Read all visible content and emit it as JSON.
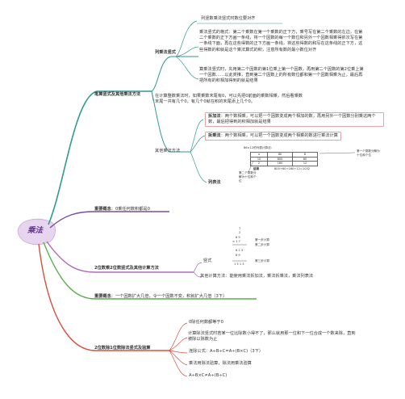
{
  "root": {
    "label": "乘法"
  },
  "branches": {
    "b1": {
      "label": "笔算竖式及其他乘法方法",
      "vertical": {
        "label": "列乘法竖式",
        "items": [
          "列竖数乘法竖式时数位要对齐",
          "乘法竖式的格式：第二个乘数在第一个乘数的正下方，乘号写在第二个乘数的左边，在第二个乘数的正下方画一条线，将一个因数的每一个数位和另外一个因数相乘得依次写在第一条线下面，再在这些得数的正下方画一条线，将这些得数的和写在这条线的正下方，这些得数的和就是这个乘法算式的积，注意所有数的最小数位对齐",
          "算乘法竖式时，先用第二个因数的第1位乘上第一个因数，再用第二个因数的第2位乘上第一个因数……以此类推，直到第二个因数上的所有数位都和第一个因数相乘为止，最后再把所有的积相加得到的就是结果"
        ]
      },
      "zeros": "在计算整数乘法时，如果乘数末尾有0，可以先把0前面的乘数相乘，然后看乘数末尾一共有几个0，有几个0就在积的末尾添上几个0。",
      "other": {
        "label": "其他乘法方法",
        "add_title": "拆加法",
        "add_text": "：两个数相乘，可以把一个因数变成两个相加的数，再用另外一个因数分别乘这两个数，最后把得到的积相加就是结果",
        "mul_title": "拆乘法",
        "mul_text": "：两个数相乘，可以把一个因数变成两个相乘的数进行乘法计算",
        "lattice": {
          "label": "列表法",
          "title": "86×12的列表计算法：",
          "rows": [
            [
              "×",
              "80",
              "6"
            ],
            [
              "10",
              "800",
              "60"
            ],
            [
              "2",
              "160",
              "12"
            ]
          ],
          "result_label": "结果",
          "result_value": "800+60+160+12=1032",
          "note_right": "第一个乘数分解为十位和个位",
          "note_left": "第二个乘数分解为十位和个位"
        }
      }
    },
    "b2": {
      "label": "重要概念",
      "text": "：0乘任何数积都是0"
    },
    "b3": {
      "label": "2位数乘2位数竖式及其他计算方法",
      "vertical_label": "竖式",
      "sample": {
        "a": "7",
        "b": "2",
        "lines": [
          "8 9",
          "× 1 7",
          "6 2 3",
          "8 9",
          "1 5 1 3"
        ],
        "note1": "第一步计算",
        "note2": "第二步计算",
        "note3": "第三步计算"
      },
      "other": "其他计算方法：能使用乘法拆加法，乘法拆乘法，乘法列表法"
    },
    "b4": {
      "label": "重要概念",
      "text": "：一个因数扩大几倍，令一个因数不变，积就扩大几倍（3下）"
    },
    "b5": {
      "label": "2位数除1位数除法竖式及验算",
      "items": [
        "0除任何数都等于0",
        "计算除法竖式时若某一位比除数小得不了，那么就用那一位和下一位合成一个数来除，直到被除以除数为止",
        "连除公式：A÷B÷C=A÷(B×C)（3下）",
        "乘法用除法验算，除法用乘法验算",
        "A÷B×C≠A÷(B÷C)"
      ]
    }
  },
  "colors": {
    "b1": "#2e9a92",
    "b2": "#7a4ca0",
    "b3": "#b06ab8",
    "b4": "#5ab04c",
    "b5": "#d8503c",
    "root_fill": "#e7d4ef",
    "box_border": "#e6a4a4"
  }
}
